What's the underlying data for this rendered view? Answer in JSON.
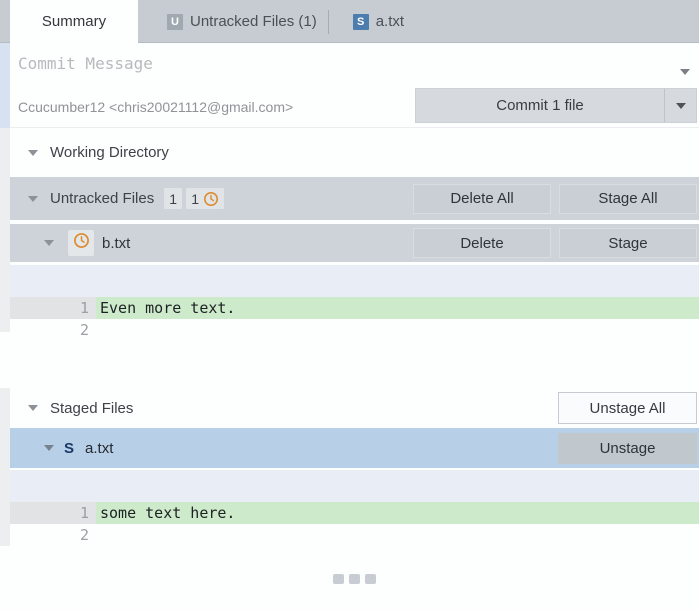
{
  "tabs": [
    {
      "label": "Summary",
      "active": true
    },
    {
      "label": "Untracked Files (1)",
      "badge": "U"
    },
    {
      "label": "a.txt",
      "badge": "S"
    }
  ],
  "commit": {
    "message_placeholder": "Commit Message",
    "author": "Ccucumber12 <chris20021112@gmail.com>",
    "commit_button_label": "Commit 1 file"
  },
  "working_directory": {
    "title": "Working Directory"
  },
  "untracked": {
    "title": "Untracked Files",
    "count_badge": "1",
    "pending_badge": "1",
    "delete_all_label": "Delete All",
    "stage_all_label": "Stage All",
    "file": {
      "name": "b.txt",
      "delete_label": "Delete",
      "stage_label": "Stage",
      "diff_lines": [
        {
          "num": "1",
          "text": "Even more text.",
          "added": true
        },
        {
          "num": "2",
          "text": "",
          "added": false
        }
      ]
    }
  },
  "staged": {
    "title": "Staged Files",
    "unstage_all_label": "Unstage All",
    "file": {
      "name": "a.txt",
      "status": "S",
      "unstage_label": "Unstage",
      "diff_lines": [
        {
          "num": "1",
          "text": "some text here.",
          "added": true
        },
        {
          "num": "2",
          "text": "",
          "added": false
        }
      ]
    }
  },
  "colors": {
    "staged_accent": "#4d7cae",
    "untracked_accent": "#de8a2f",
    "added_line_bg": "#cdebcb",
    "selected_row_bg": "#b7cfe7",
    "header_row_bg": "#cdd3d8",
    "tabbar_bg": "#c6ccd2",
    "hunk_band_bg": "#e9edf6"
  }
}
